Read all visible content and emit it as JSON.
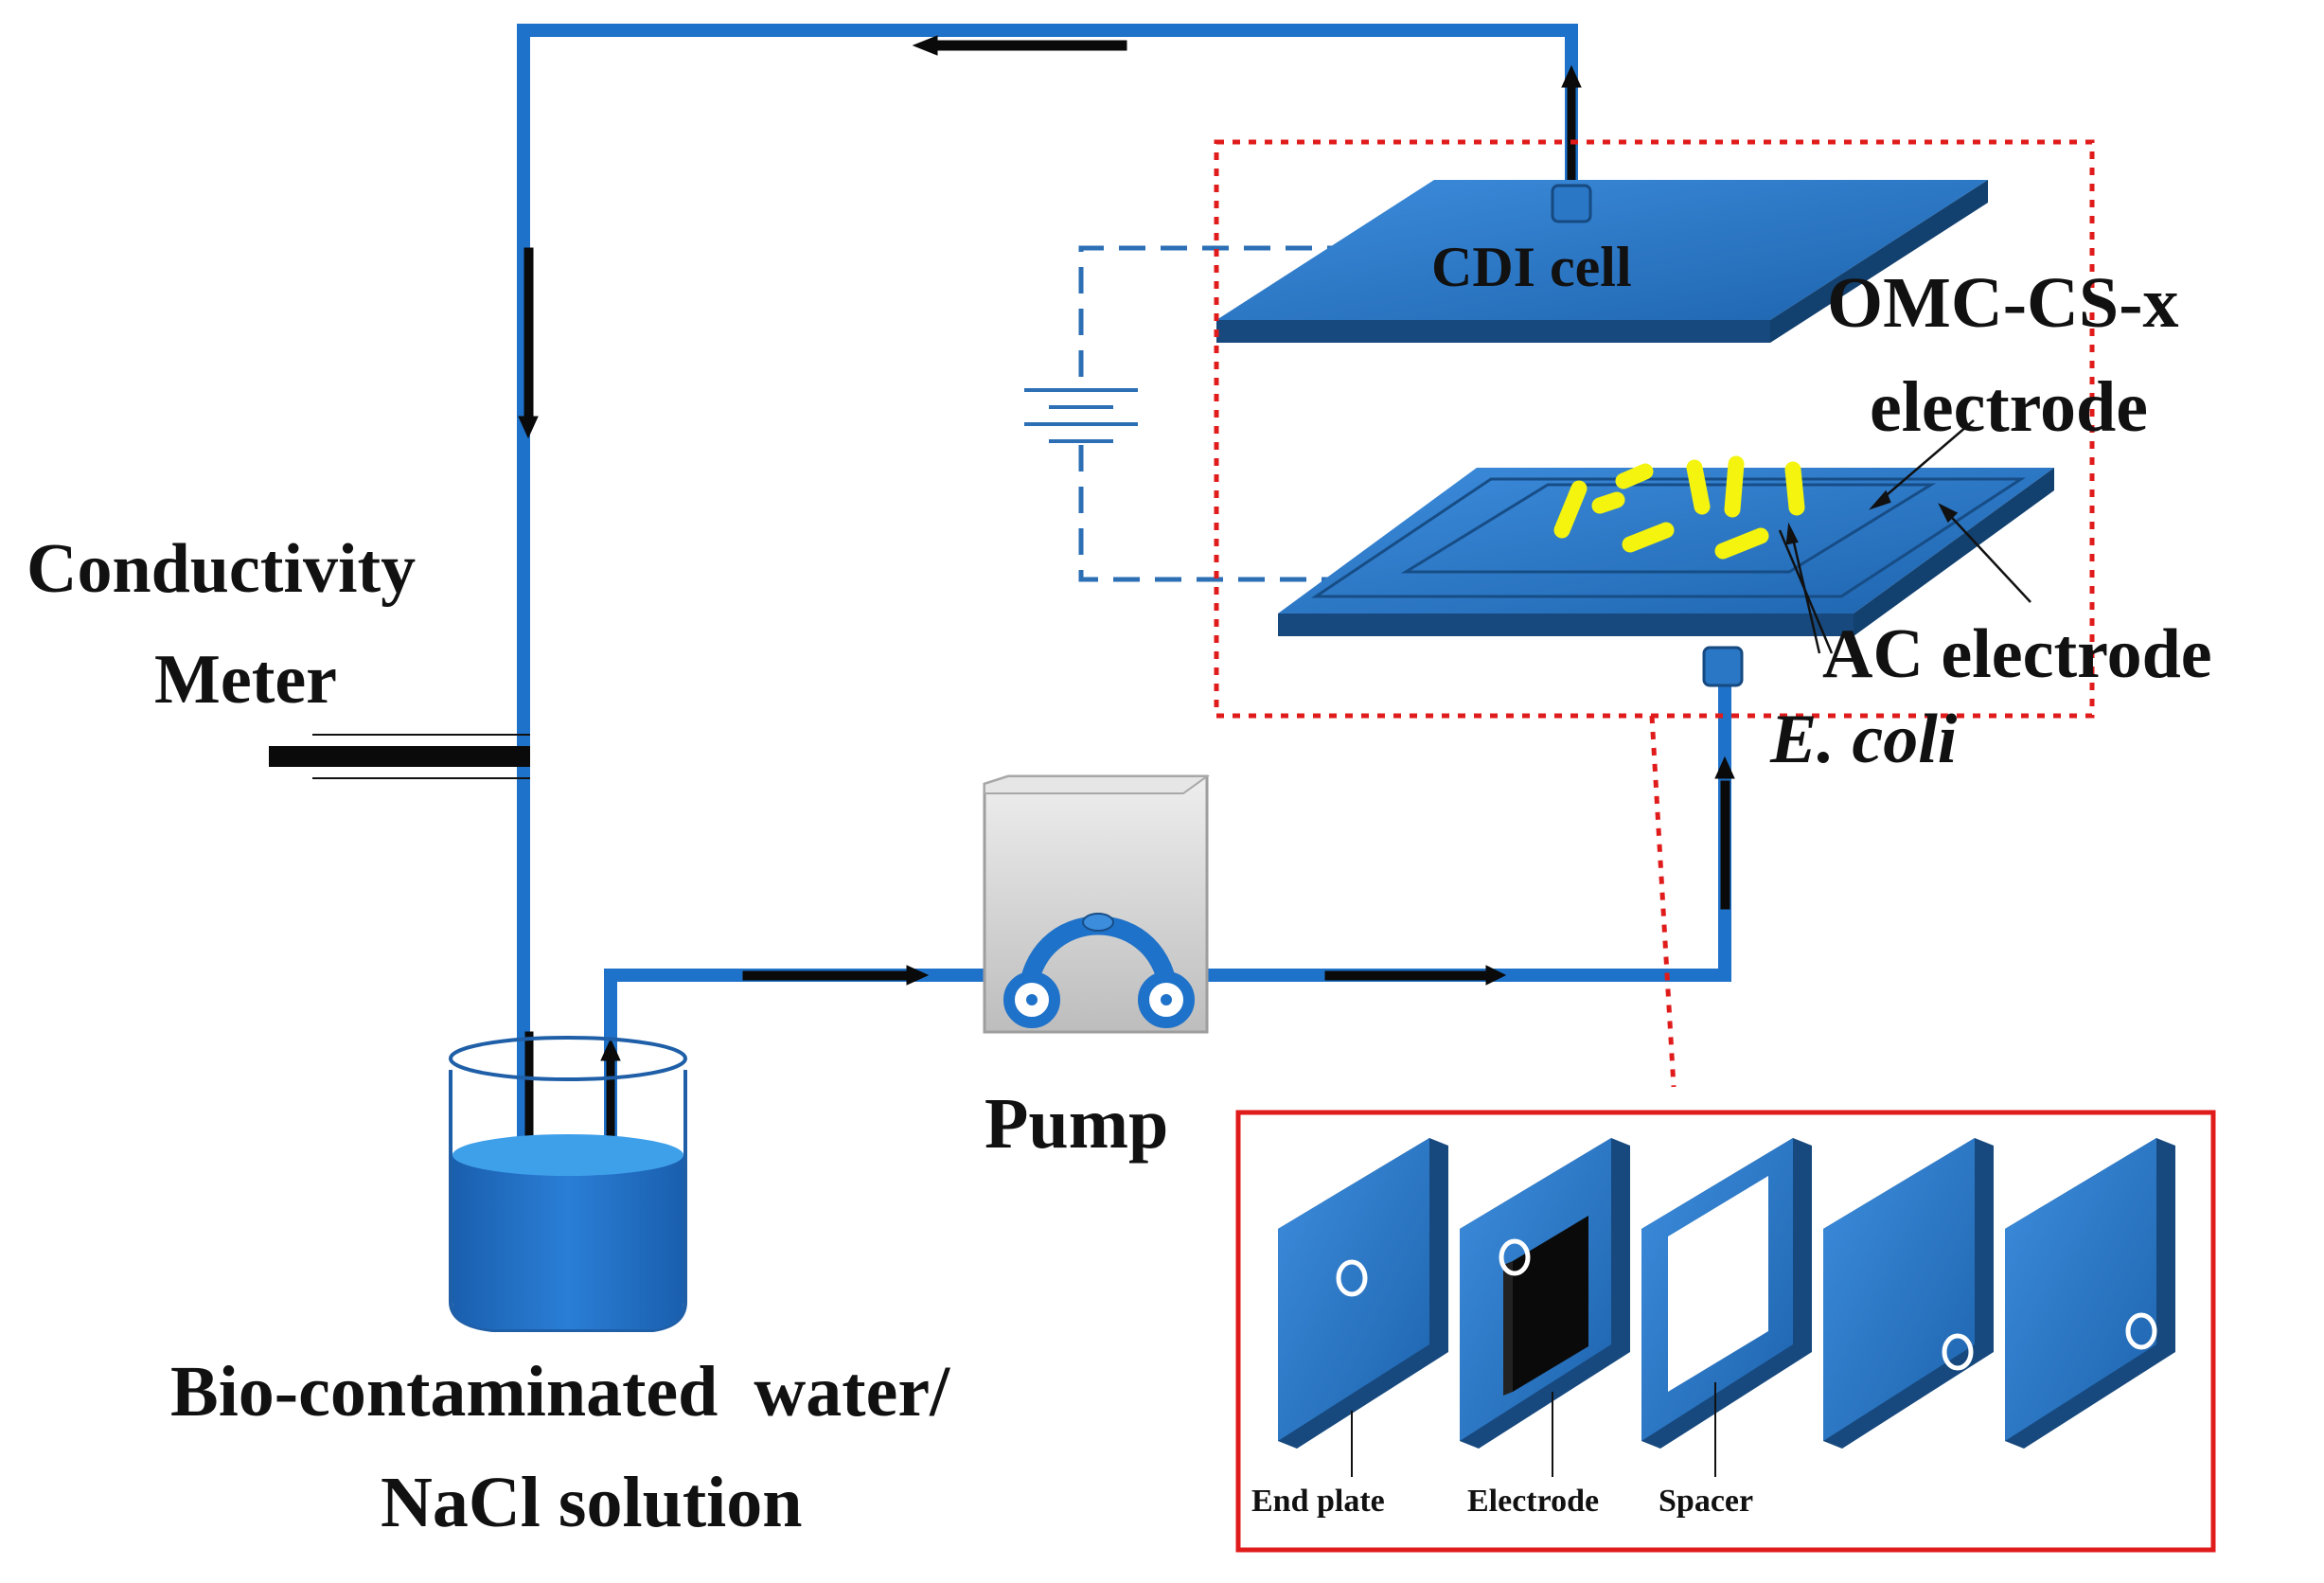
{
  "labels": {
    "conductivity_line1": "Conductivity",
    "conductivity_line2": "Meter",
    "cdi_cell": "CDI cell",
    "omc_line1": "OMC-CS-x",
    "omc_line2": "electrode",
    "ac_electrode": "AC electrode",
    "ecoli": "E. coli",
    "pump": "Pump",
    "water_line1": "Bio-contaminated  water/",
    "water_line2": "NaCl solution",
    "end_plate": "End plate",
    "electrode": "Electrode",
    "spacer": "Spacer"
  },
  "colors": {
    "tube": "#1f72c9",
    "plate": "#2a77c6",
    "plate_dark": "#17497e",
    "arrow": "#0a0a0a",
    "red_box": "#e01b1b",
    "bacteria": "#f4f40f",
    "water": "#1f6fc4",
    "pump_body": "#d4d4d4"
  }
}
